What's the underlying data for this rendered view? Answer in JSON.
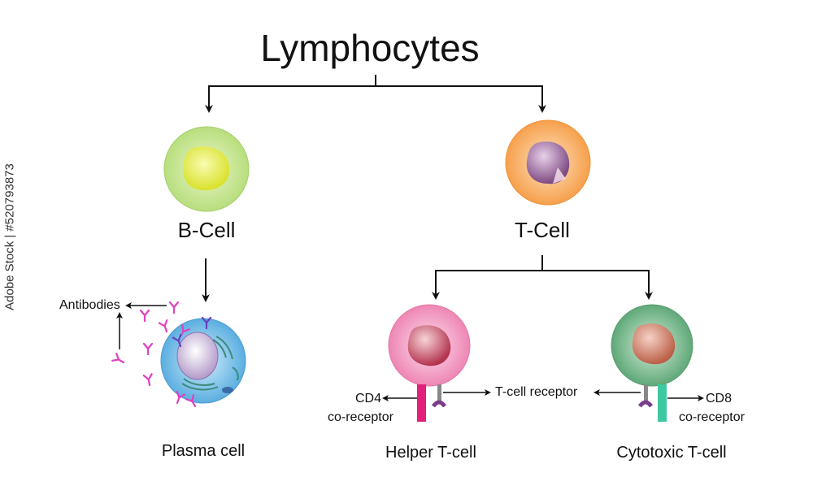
{
  "title": "Lymphocytes",
  "b_cell": {
    "label": "B-Cell"
  },
  "t_cell": {
    "label": "T-Cell"
  },
  "plasma_cell": {
    "label": "Plasma cell",
    "antibodies_label": "Antibodies"
  },
  "helper_t_cell": {
    "label": "Helper T-cell",
    "coreceptor_name": "CD4",
    "coreceptor_suffix": "co-receptor"
  },
  "cytotoxic_t_cell": {
    "label": "Cytotoxic T-cell",
    "coreceptor_name": "CD8",
    "coreceptor_suffix": "co-receptor"
  },
  "tcr_label": "T-cell receptor",
  "watermark": "Adobe Stock | #520793873",
  "colors": {
    "b_cell": "#c9e99a",
    "b_nucleus": "#e8ee5a",
    "t_cell": "#f8b46a",
    "t_nucleus": "#9a6090",
    "plasma": "#8cc9ec",
    "helper": "#f5a9c9",
    "helper_nucleus": "#c24a63",
    "cytotoxic": "#7fbf94",
    "cytotoxic_nucleus": "#c47a60",
    "antibody": "#e040c0",
    "cd4": "#e0207a",
    "cd8": "#3cc8a0",
    "tcr_arc": "#7b3c8c"
  }
}
